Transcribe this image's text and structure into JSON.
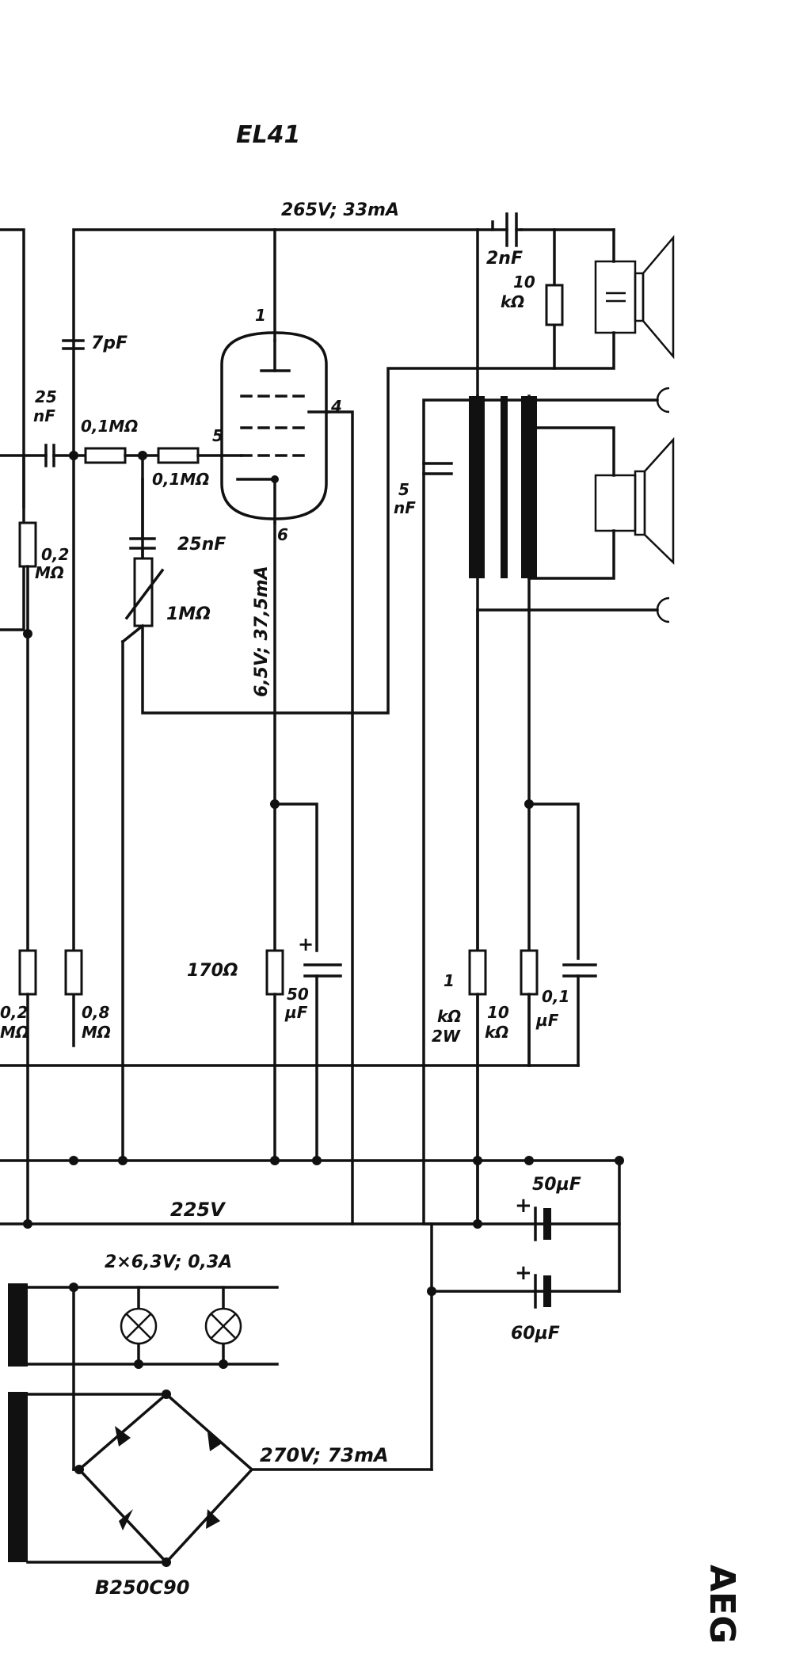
{
  "tube": {
    "name": "EL41",
    "pin_anode": "1",
    "pin_screen": "4",
    "pin_grid": "5",
    "pin_cathode": "6"
  },
  "labels": {
    "anode_supply": "265V; 33mA",
    "cap_2nf": "2nF",
    "res_10k_top_a": "10",
    "res_10k_top_b": "kΩ",
    "cap_7pf": "7pF",
    "cap_25nf_left_a": "25",
    "cap_25nf_left_b": "nF",
    "res_01m_a": "0,1MΩ",
    "res_01m_b": "0,1MΩ",
    "res_02m_a": "0,2",
    "res_02m_b": "MΩ",
    "cap_25nf_mid": "25nF",
    "pot_1m": "1MΩ",
    "cathode_volt": "6,5V; 37,5mA",
    "cap_5nf_a": "5",
    "cap_5nf_b": "nF",
    "res_170": "170Ω",
    "cap_50uf_cath_a": "50",
    "cap_50uf_cath_b": "µF",
    "res_1k_a": "1",
    "res_1k_b": "kΩ",
    "res_1k_c": "2W",
    "res_10k_bot_a": "10",
    "res_10k_bot_b": "kΩ",
    "cap_01uf_a": "0,1",
    "cap_01uf_b": "µF",
    "res_02m_bot_a": "0,2",
    "res_02m_bot_b": "MΩ",
    "res_08m_a": "0,8",
    "res_08m_b": "MΩ",
    "supply_225": "225V",
    "cap_50uf_filter": "50µF",
    "cap_60uf_filter": "60µF",
    "plus_a": "+",
    "plus_b": "+",
    "plus_c": "+",
    "lamps": "2×6,3V; 0,3A",
    "rect_out": "270V; 73mA",
    "rectifier": "B250C90",
    "brand": "AEG"
  }
}
